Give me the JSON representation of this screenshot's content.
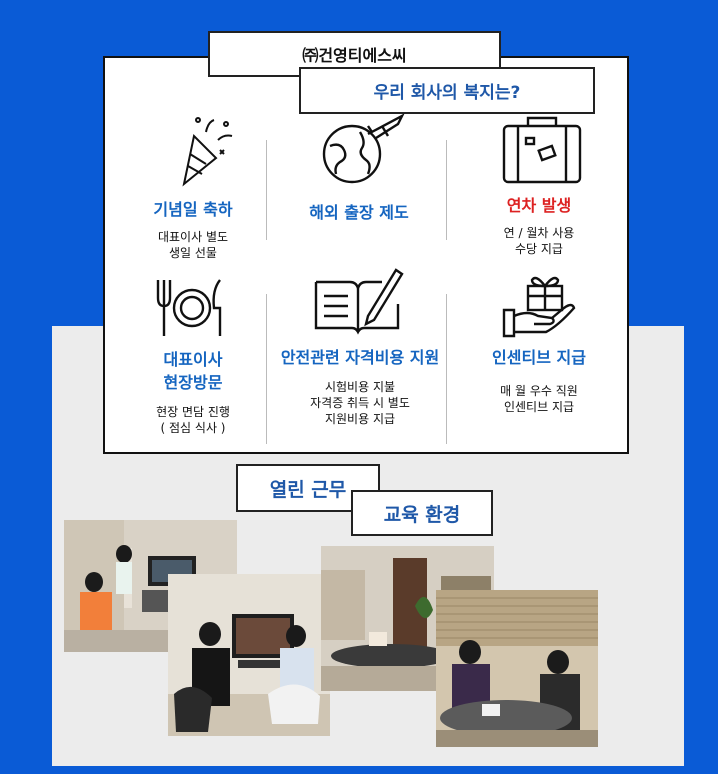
{
  "header": {
    "company": "㈜건영티에스씨",
    "welfare_title": "우리 회사의 복지는?"
  },
  "benefits": [
    {
      "title": "기념일 축하",
      "desc": [
        "대표이사 별도",
        "생일 선물"
      ],
      "icon": "party-popper-icon"
    },
    {
      "title": "해외 출장 제도",
      "desc": [],
      "icon": "globe-airplane-icon"
    },
    {
      "title": "연차 발생",
      "desc": [
        "연 / 월차 사용",
        "수당 지급"
      ],
      "icon": "suitcase-icon"
    },
    {
      "title": [
        "대표이사",
        "현장방문"
      ],
      "desc": [
        "현장 면담 진행",
        "( 점심 식사 )"
      ],
      "icon": "fork-plate-knife-icon"
    },
    {
      "title": "안전관련 자격비용 지원",
      "desc": [
        "시험비용 지불",
        "자격증 취득 시 별도",
        "지원비용 지급"
      ],
      "icon": "book-pencil-icon"
    },
    {
      "title": "인센티브 지급",
      "desc": [
        "매 월 우수 직원",
        "인센티브 지급"
      ],
      "icon": "gift-hand-icon"
    }
  ],
  "tags": {
    "open_work": "열린 근무",
    "education": "교육 환경"
  },
  "colors": {
    "background_blue": "#0a5bd6",
    "title_blue": "#1565c0",
    "highlight_red": "#dd2222",
    "panel_gray": "#ececec"
  }
}
